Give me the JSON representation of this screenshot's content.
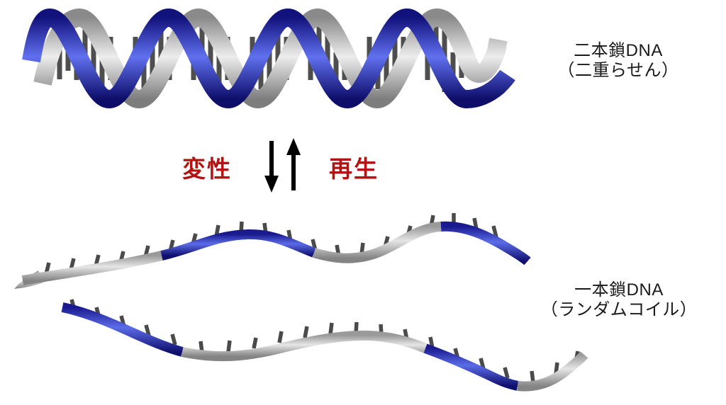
{
  "diagram": {
    "top_label": {
      "line1": "二本鎖DNA",
      "line2": "（二重らせん）"
    },
    "process": {
      "denaturation": "変性",
      "renaturation": "再生"
    },
    "bottom_label": {
      "line1": "一本鎖DNA",
      "line2": "（ランダムコイル）"
    },
    "icons": {
      "down_arrow": "down-arrow-icon (denaturation direction)",
      "up_arrow": "up-arrow-icon (renaturation direction)"
    },
    "colors": {
      "ribbon_blue_dark": "#12127d",
      "ribbon_blue_light": "#6070ee",
      "ribbon_gray_dark": "#8a8a8a",
      "ribbon_gray_light": "#ededed",
      "base_rung_gray": "#4d4d4d",
      "process_red": "#b21414",
      "label_black": "#1a1a1a",
      "background": "#ffffff"
    }
  }
}
